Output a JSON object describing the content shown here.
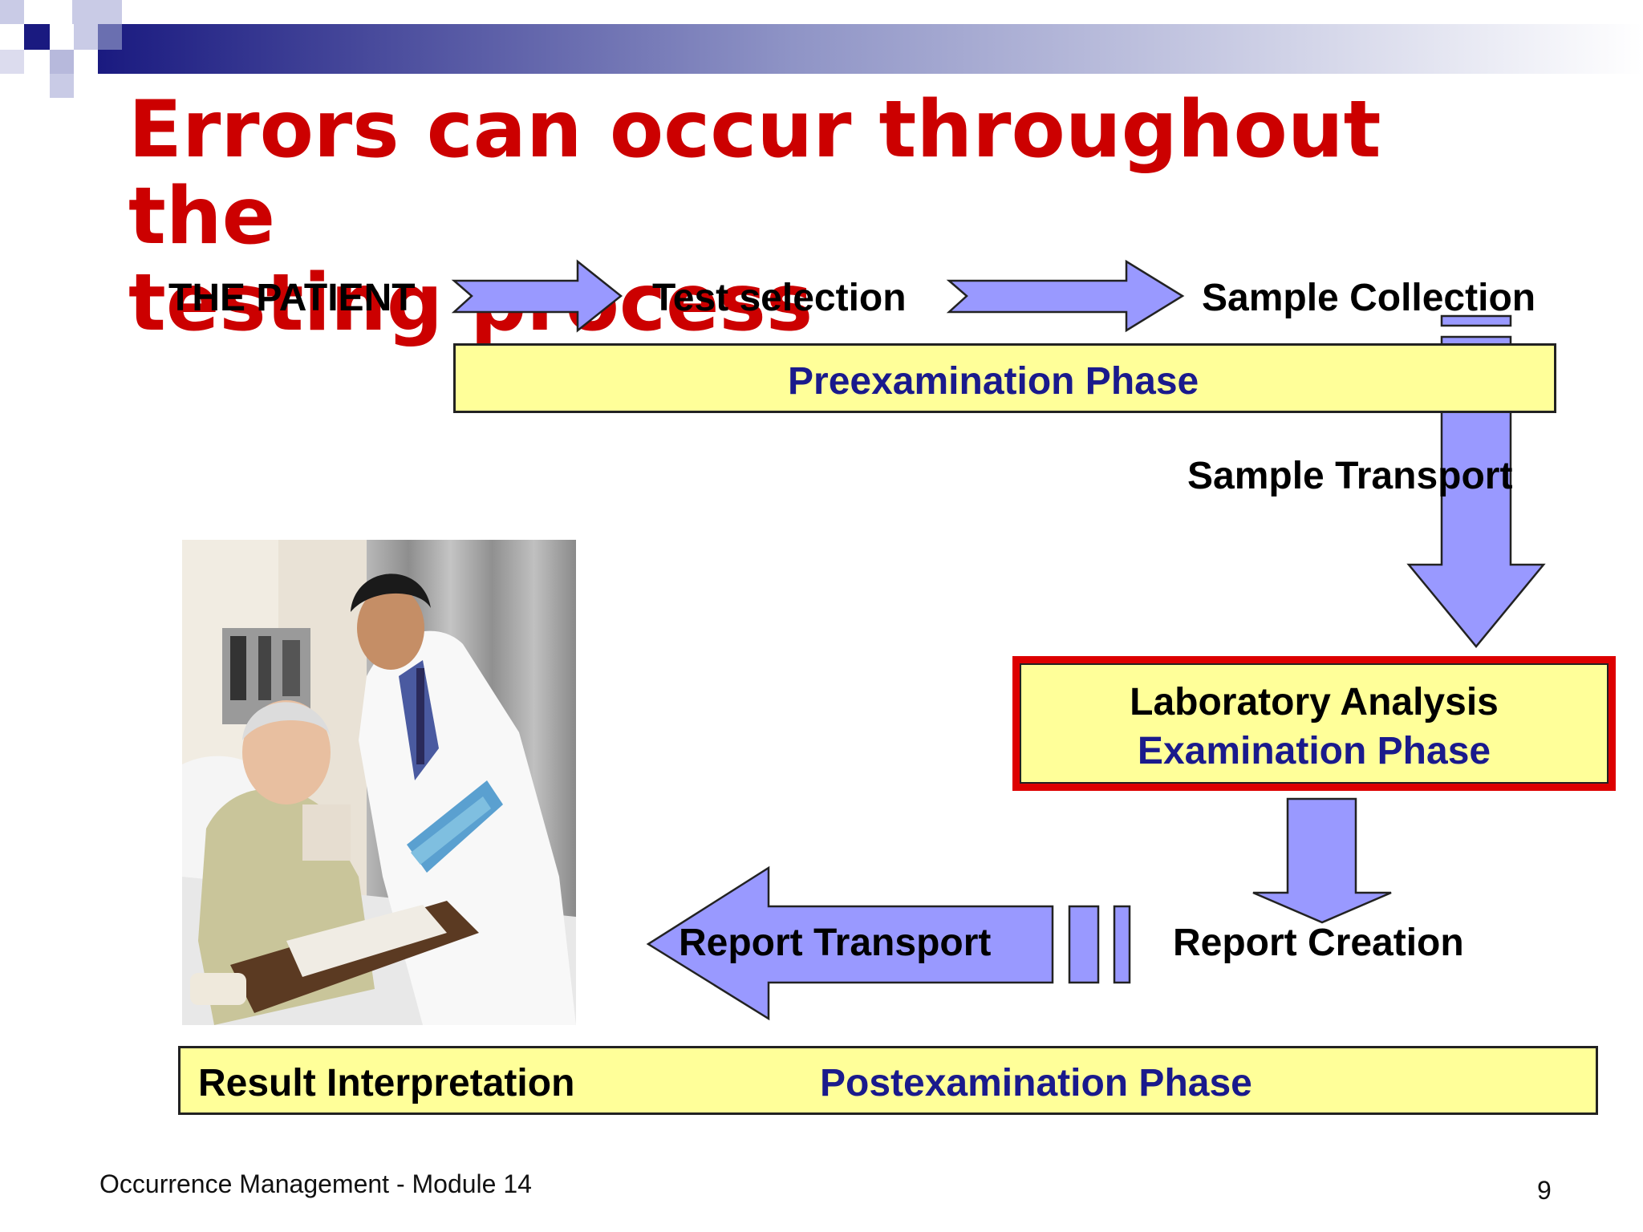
{
  "slide": {
    "title": "Errors can occur throughout the\ntesting process",
    "footer": "Occurrence Management - Module 14",
    "page_number": "9"
  },
  "flow": {
    "patient": "THE PATIENT",
    "test_selection": "Test selection",
    "sample_collection": "Sample Collection",
    "preexamination_phase": "Preexamination Phase",
    "sample_transport": "Sample Transport",
    "laboratory_analysis": "Laboratory Analysis",
    "examination_phase": "Examination Phase",
    "report_creation": "Report Creation",
    "report_transport": "Report Transport",
    "result_interpretation": "Result Interpretation",
    "postexamination_phase": "Postexamination Phase"
  },
  "colors": {
    "title": "#cc0000",
    "phase_text": "#1a1a8c",
    "box_fill": "#ffff99",
    "arrow_fill": "#9999ff",
    "highlight_border": "#dd0000",
    "header_band_start": "#1a1a80",
    "header_band_end": "#ffffff"
  },
  "photo": {
    "subject": "doctor-showing-report-to-patient"
  }
}
